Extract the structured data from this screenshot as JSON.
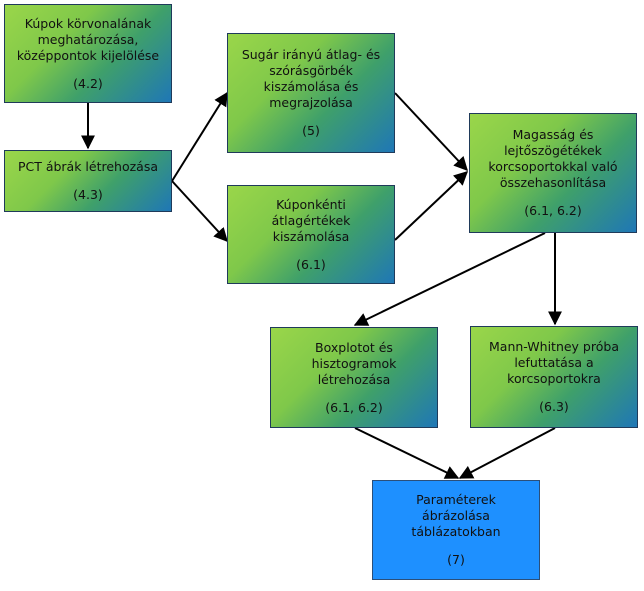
{
  "boxes": {
    "b1": {
      "title": "Kúpok körvonalának\nmeghatározása,\nközéppontok kijelölése",
      "ref": "(4.2)"
    },
    "b2": {
      "title": "PCT ábrák létrehozása",
      "ref": "(4.3)"
    },
    "b3": {
      "title": "Sugár irányú átlag- és\nszórásgörbék\nkiszámolása és\nmegrajzolása",
      "ref": "(5)"
    },
    "b4": {
      "title": "Kúponkénti\nátlagértékek\nkiszámolása",
      "ref": "(6.1)"
    },
    "b5": {
      "title": "Magasság és\nlejtőszögétékek\nkorcsoportokkal való\nösszehasonlítása",
      "ref": "(6.1, 6.2)"
    },
    "b6": {
      "title": "Boxplotot és\nhisztogramok\nlétrehozása",
      "ref": "(6.1, 6.2)"
    },
    "b7": {
      "title": "Mann-Whitney próba\nlefuttatása a\nkorcsoportokra",
      "ref": "(6.3)"
    },
    "b8": {
      "title": "Paraméterek\nábrázolása\ntáblázatokban",
      "ref": "(7)"
    }
  },
  "colors": {
    "gradient_box": "#7fc84a",
    "blue_box": "#1e90ff",
    "arrow": "#000000"
  }
}
